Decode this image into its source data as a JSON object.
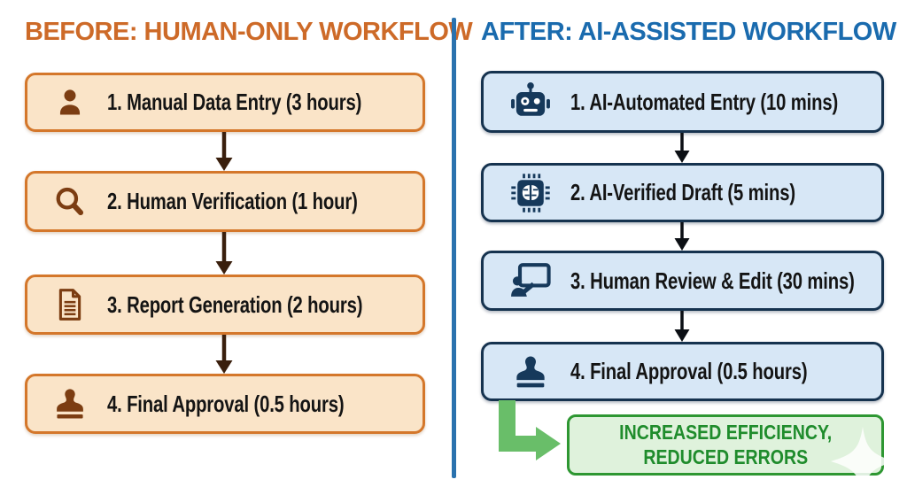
{
  "page": {
    "background": "#ffffff",
    "divider_color": "#2A72AE"
  },
  "left": {
    "title": "BEFORE: HUMAN-ONLY WORKFLOW",
    "accent_color": "#CD6A28",
    "box_fill": "#FAE4C8",
    "box_border": "#D4772B",
    "icon_color": "#7C3D12",
    "arrow_color": "#3A1F0D",
    "steps": [
      {
        "icon": "person-icon",
        "label": "1. Manual Data Entry (3 hours)"
      },
      {
        "icon": "magnifier-icon",
        "label": "2. Human Verification (1 hour)"
      },
      {
        "icon": "document-icon",
        "label": "3. Report Generation (2 hours)"
      },
      {
        "icon": "stamp-icon",
        "label": "4. Final Approval (0.5 hours)"
      }
    ]
  },
  "right": {
    "title": "AFTER: AI-ASSISTED WORKFLOW",
    "accent_color": "#1A6BAE",
    "box_fill": "#D7E7F6",
    "box_border": "#16334F",
    "icon_color": "#16395B",
    "arrow_color": "#0B0F14",
    "steps": [
      {
        "icon": "robot-icon",
        "label": "1. AI-Automated Entry (10 mins)"
      },
      {
        "icon": "ai-chip-icon",
        "label": "2. AI-Verified Draft (5 mins)"
      },
      {
        "icon": "human-review-icon",
        "label": "3. Human Review & Edit (30 mins)"
      },
      {
        "icon": "stamp-icon",
        "label": "4. Final Approval (0.5 hours)"
      }
    ]
  },
  "result": {
    "label_line1": "INCREASED EFFICIENCY,",
    "label_line2": "REDUCED ERRORS",
    "text_color": "#1F8C2C",
    "box_fill": "#DFF2DC",
    "box_border": "#2E9732",
    "arrow_color": "#69BE69"
  }
}
